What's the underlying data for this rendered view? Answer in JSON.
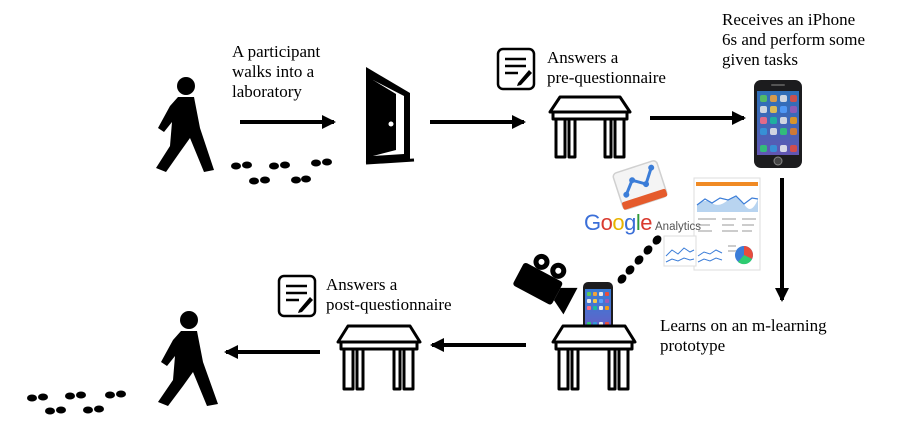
{
  "steps": {
    "walk_in": "A participant\nwalks into a\nlaboratory",
    "pre_questionnaire": "Answers a\npre-questionnaire",
    "receive_phone": "Receives an iPhone\n6s and perform some\ngiven tasks",
    "learn": "Learns on an m-learning\nprototype",
    "post_questionnaire": "Answers a\npost-questionnaire"
  },
  "analytics": {
    "google": [
      "G",
      "o",
      "o",
      "g",
      "l",
      "e"
    ],
    "google_colors": [
      "#3b6fd8",
      "#d93a2f",
      "#e8b400",
      "#3b6fd8",
      "#2f9a3c",
      "#d93a2f"
    ],
    "product": "Analytics"
  },
  "colors": {
    "ink": "#000000",
    "phone_screen": "#2b6cb0",
    "report_accent": "#f08a24"
  }
}
